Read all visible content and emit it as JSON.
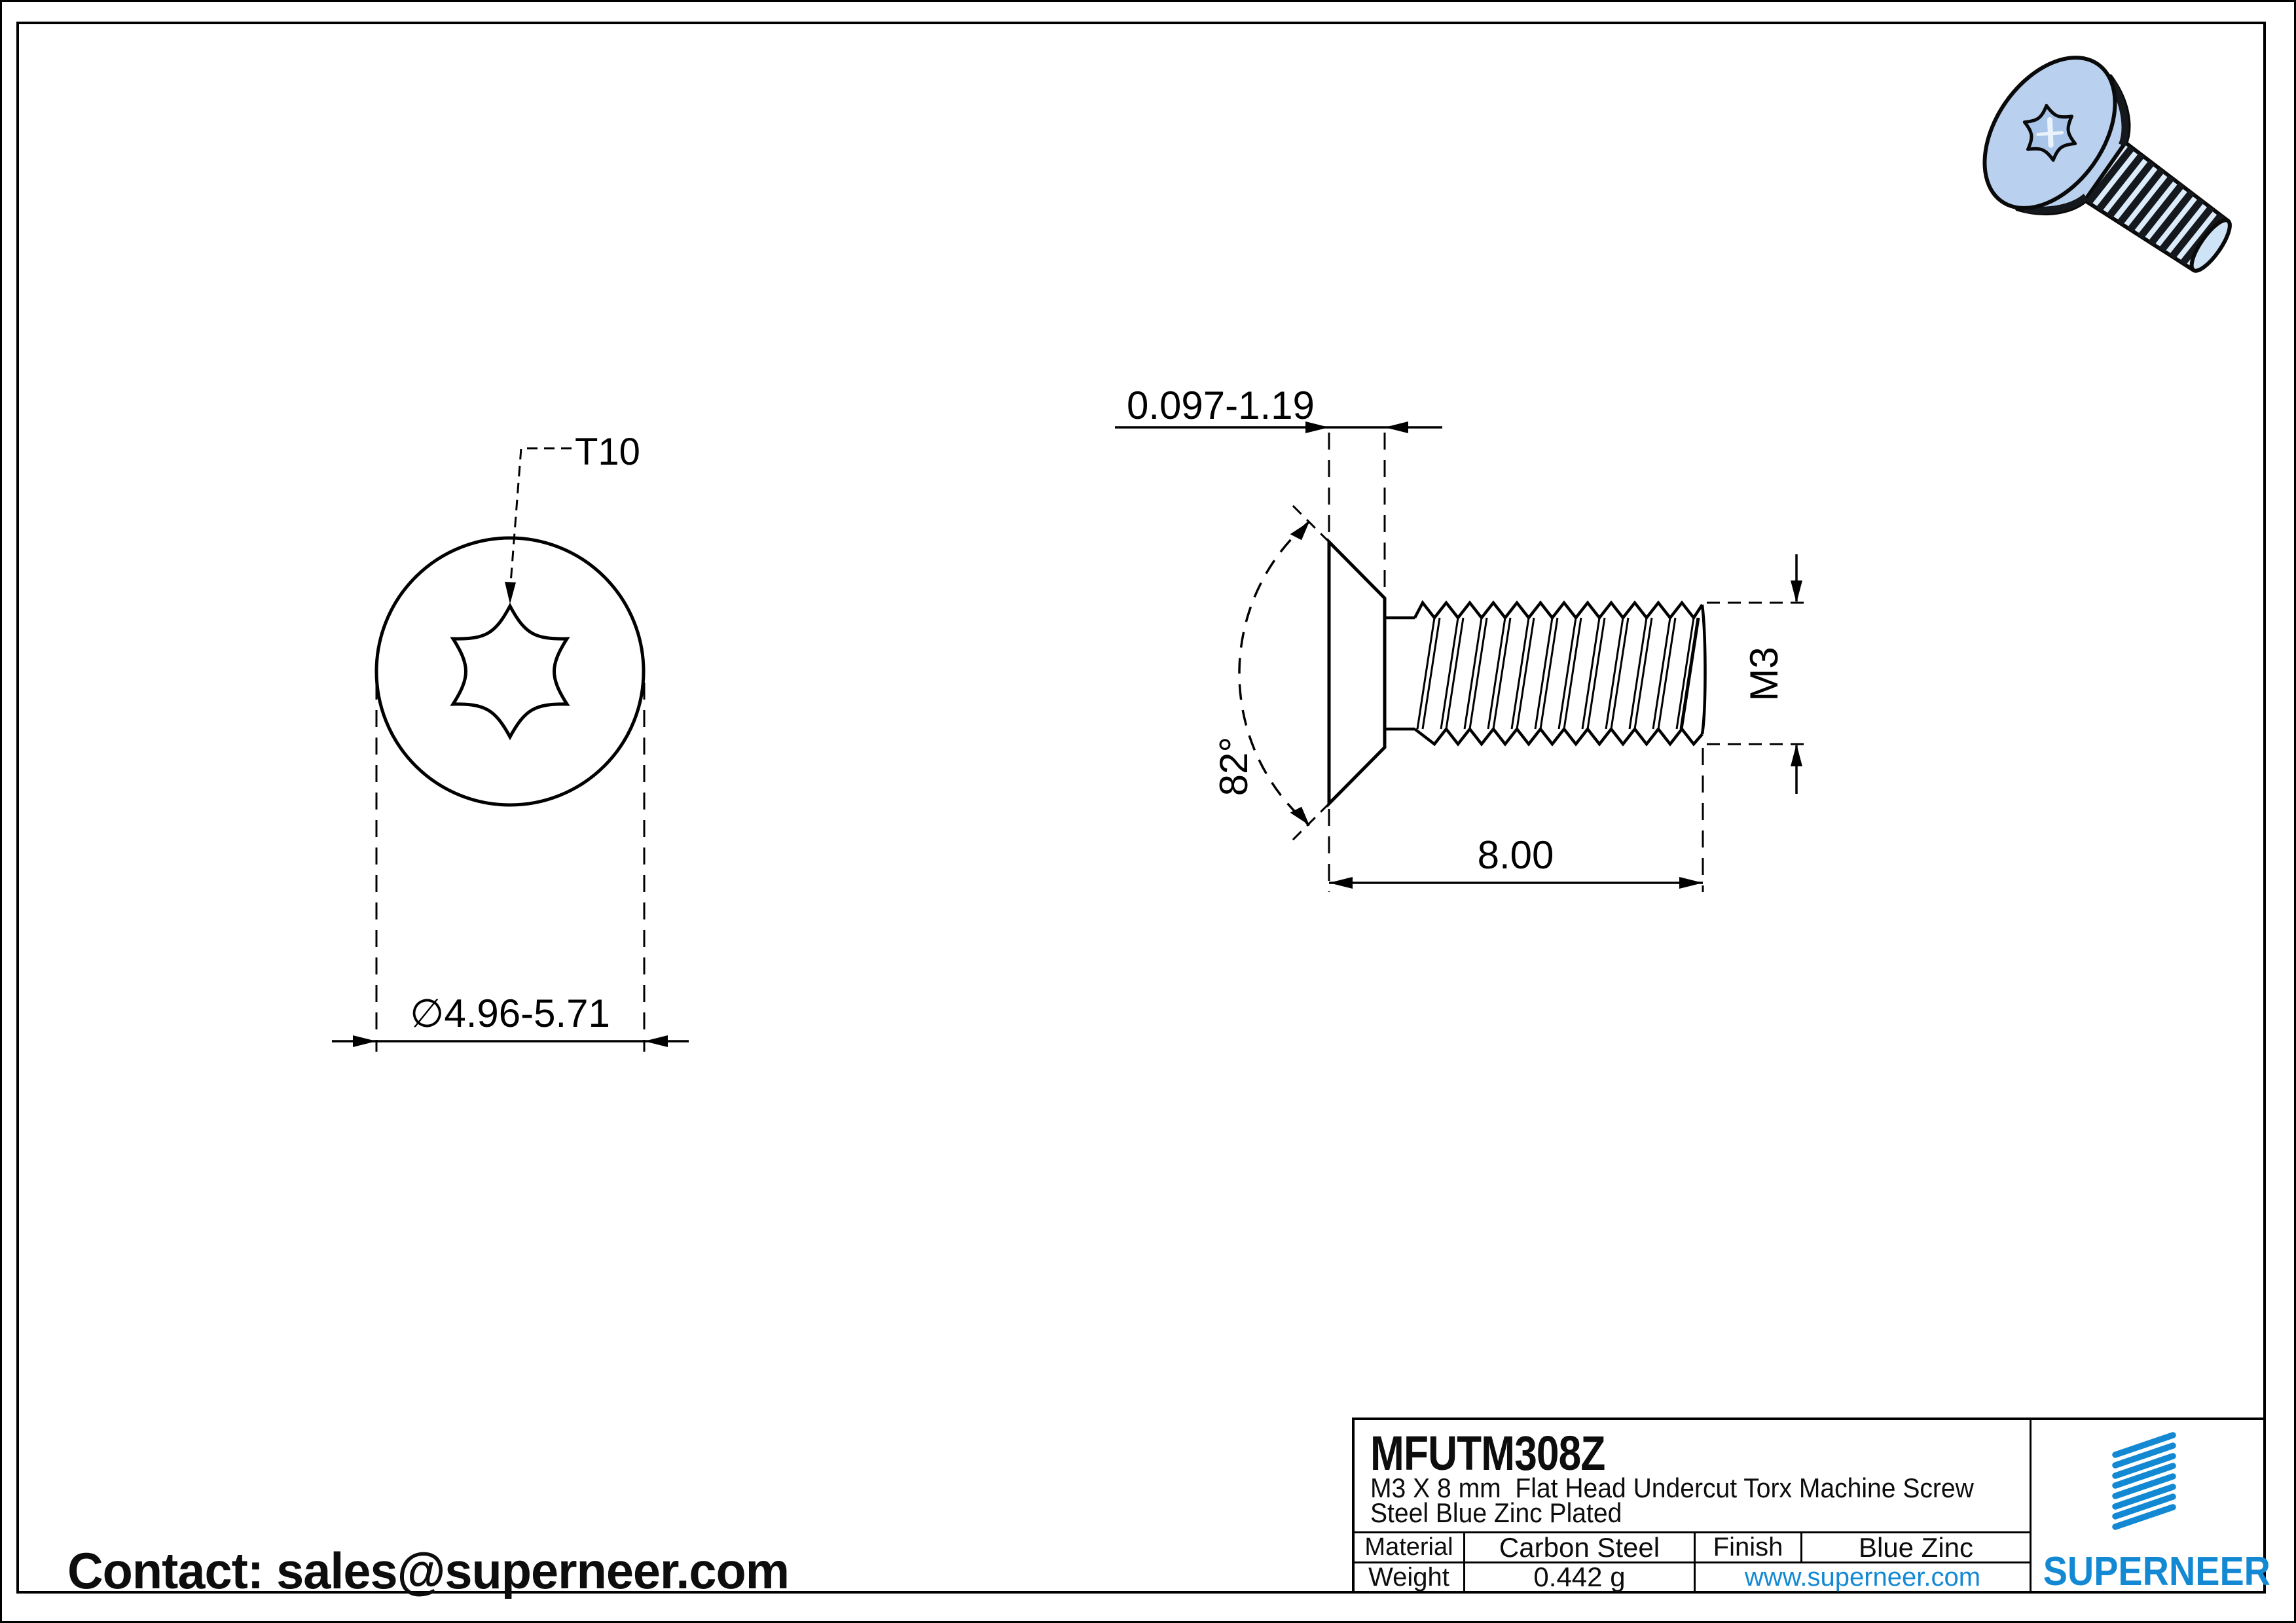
{
  "page": {
    "contact": "Contact: sales@superneer.com"
  },
  "left_view": {
    "drive_label": "T10",
    "diameter_label": "∅4.96-5.71"
  },
  "side_view": {
    "head_height_label": "0.097-1.19",
    "angle_label": "82°",
    "thread_label": "M3",
    "length_label": "8.00"
  },
  "title_block": {
    "part_number": "MFUTM308Z",
    "description_line1": "M3 X 8 mm  Flat Head Undercut Torx Machine Screw",
    "description_line2": "Steel Blue Zinc Plated",
    "material_label": "Material",
    "material_value": "Carbon Steel",
    "finish_label": "Finish",
    "finish_value": "Blue Zinc",
    "weight_label": "Weight",
    "weight_value": "0.442 g",
    "website": "www.superneer.com",
    "brand": "SUPERNEER"
  },
  "colors": {
    "line": "#000000",
    "brand_blue": "#1489d3",
    "link_blue": "#1489d3",
    "screw_head_fill": "#b9d0ee",
    "screw_shank_fill": "#dcebf9",
    "screw_tip_fill": "#cfe3f7",
    "thread_band_dark": "#15181c"
  }
}
